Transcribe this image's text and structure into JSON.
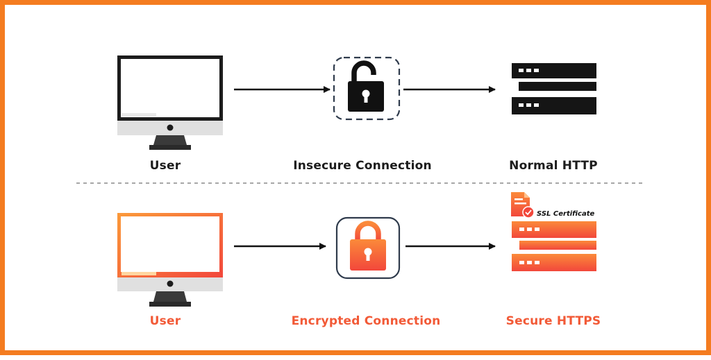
{
  "colors": {
    "frame": "#f47c20",
    "dark": "#151515",
    "accent_start": "#fb8a3a",
    "accent_end": "#f2473b",
    "label_accent": "#f25a37",
    "monitor_base": "#e0e0e0",
    "stand": "#3a3a3a",
    "divider": "#8a8a8a"
  },
  "rows": {
    "http": {
      "user_label": "User",
      "connection_label": "Insecure Connection",
      "server_label": "Normal HTTP",
      "user_icon": "monitor-icon",
      "connection_icon": "open-padlock-icon",
      "server_icon": "server-icon"
    },
    "https": {
      "user_label": "User",
      "connection_label": "Encrypted Connection",
      "server_label": "Secure HTTPS",
      "user_icon": "monitor-icon",
      "connection_icon": "closed-padlock-icon",
      "server_icon": "server-icon",
      "certificate_icon": "certificate-icon",
      "certificate_label": "SSL Certificate"
    }
  }
}
